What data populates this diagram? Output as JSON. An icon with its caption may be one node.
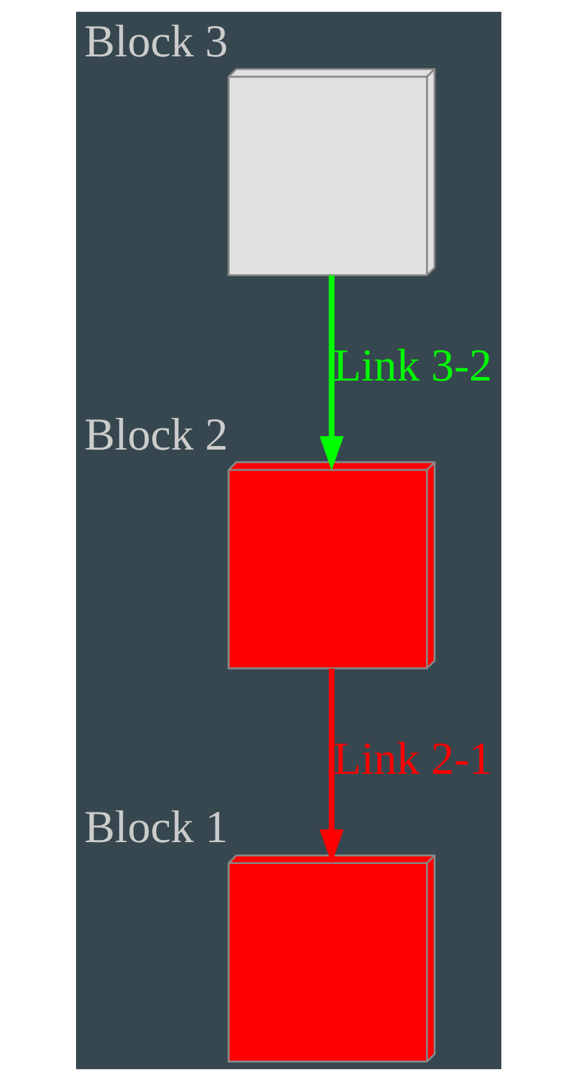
{
  "diagram": {
    "nodes": [
      {
        "text": [],
        "shape": "cube",
        "beside": [
          "Block 3"
        ]
      },
      {
        "text": [],
        "shape": "cube",
        "beside": [
          "Block 2"
        ]
      },
      {
        "text": [],
        "shape": "cube",
        "beside": [
          "Block 1"
        ]
      }
    ],
    "edges": [
      {
        "from": 0,
        "to": 1,
        "arrow": "to",
        "label": "Link 3-2",
        "color": "#00ff00"
      },
      {
        "from": 1,
        "to": 2,
        "arrow": "to",
        "label": "Link 2-1",
        "color": "#ff0000"
      }
    ]
  }
}
